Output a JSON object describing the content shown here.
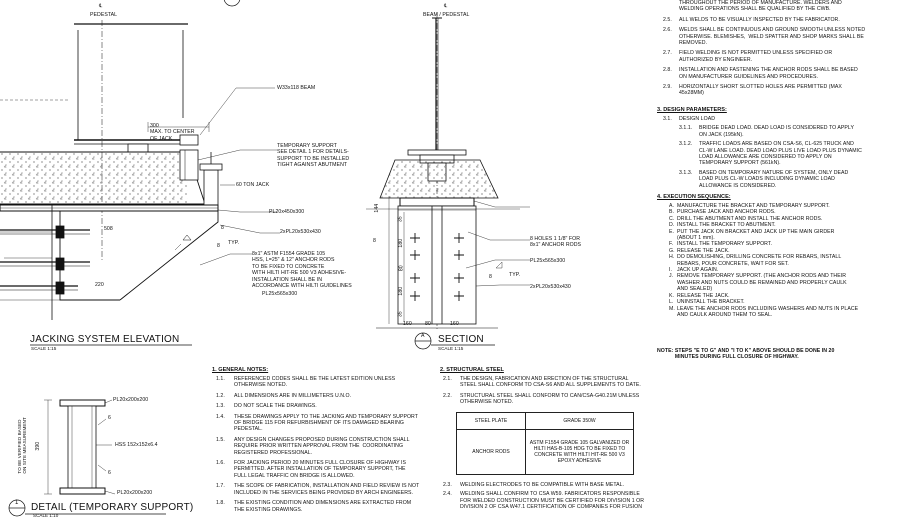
{
  "labels": {
    "pedestal": "PEDESTAL",
    "beam_pedestal": "BEAM / PEDESTAL",
    "cl_mark": "℄",
    "beam": "W33x118 BEAM",
    "max_center": "300\nMAX. TO CENTER\nOF JACK",
    "temp_support": "TEMPORARY SUPPORT\nSEE DETAIL 1 FOR DETAILS-\nSUPPORT TO BE INSTALLED\nTIGHT AGAINST ABUTMENT",
    "jack": "60 TON JACK",
    "pl_450_300": "PL20x450x300",
    "pl_530_430": "2xPL20x530x430",
    "typ": "TYP.",
    "anchor_note": "8x1\" ASTM F1554 GRADE 105\nHSS, L=25\" & 12\" ANCHOR RODS\nTO BE FIXED TO CONCRETE\nWITH HILTI HIT-RE 500 V3 ADHESIVE-\nINSTALLATION SHALL BE IN\nACCORDANCE WITH HILTI GUIDELINES",
    "pl_565_300": "PL25x565x300",
    "holes": "8 HOLES 1 1/8\" FOR\n8x1\" ANCHOR RODS",
    "pl_565_300_sec": "PL25x565x300",
    "pl_530_430_sec": "2xPL20x530x430",
    "dim_508": "508",
    "dim_220": "220",
    "dim_8a": "8",
    "dim_8b": "8",
    "dim_8c": "8",
    "dim_8d": "8",
    "dim_144": "144",
    "dim_35": "35",
    "dim_180a": "180",
    "dim_180b": "180",
    "dim_80": "80",
    "dim_160a": "160",
    "dim_160b": "160",
    "pl_200_200_top": "PL20x200x200",
    "pl_200_200_bot": "PL20x200x200",
    "hss": "HSS 152x152x6.4",
    "dim_6a": "6",
    "dim_6b": "6",
    "verify": "TO BE VERIFIED BASED\nON SITE MEASUREMENT",
    "dim_390": "390"
  },
  "titles": {
    "jacking": "JACKING SYSTEM ELEVATION",
    "jacking_scale": "SCALE 1:15",
    "section_letter": "A",
    "section": "SECTION",
    "section_scale": "SCALE 1:15",
    "detail_num": "1",
    "detail": "DETAIL (TEMPORARY SUPPORT)",
    "detail_scale": "SCALE 1:10"
  },
  "general_notes": {
    "heading": "1.   GENERAL NOTES:",
    "items": [
      {
        "n": "1.1.",
        "t": "REFERENCED CODES SHALL BE THE LATEST EDITION UNLESS\nOTHERWISE NOTED."
      },
      {
        "n": "1.2.",
        "t": "ALL DIMENSIONS ARE IN MILLIMETERS U.N.O."
      },
      {
        "n": "1.3.",
        "t": "DO NOT SCALE THE DRAWINGS."
      },
      {
        "n": "1.4.",
        "t": "THESE DRAWINGS APPLY TO THE JACKING AND TEMPORARY SUPPORT\nOF BRIDGE 115 FOR REFURBISHMENT OF ITS DAMAGED BEARING\nPEDESTAL."
      },
      {
        "n": "1.5.",
        "t": "ANY DESIGN CHANGES PROPOSED DURING CONSTRUCTION SHALL\nREQUIRE PRIOR WRITTEN APPROVAL FROM THE  COORDINATING\nREGISTERED PROFESSIONAL."
      },
      {
        "n": "1.6.",
        "t": "FOR JACKING PERIOD 20 MINUTES FULL CLOSURE OF HIGHWAY IS\nPERMITTED. AFTER INSTALLATION OF TEMPORARY SUPPORT, THE\nFULL LEGAL TRAFFIC ON BRIDGE IS ALLOWED."
      },
      {
        "n": "1.7.",
        "t": "THE SCOPE OF FABRICATION, INSTALLATION AND FIELD REVIEW IS NOT\nINCLUDED IN THE SERVICES BEING PROVIDED BY ARCH ENGINEERS."
      },
      {
        "n": "1.8.",
        "t": "THE EXISTING CONDITION AND DIMENSIONS ARE EXTRACTED FROM\nTHE EXISTING DRAWINGS."
      }
    ]
  },
  "structural_steel": {
    "heading": "2.   STRUCTURAL STEEL",
    "items_top": [
      {
        "n": "2.1.",
        "t": "THE DESIGN, FABRICATION AND ERECTION OF THE STRUCTURAL\nSTEEL SHALL CONFORM TO CSA-S6 AND ALL SUPPLEMENTS TO DATE."
      },
      {
        "n": "2.2.",
        "t": "STRUCTURAL STEEL SHALL CONFORM TO CAN/CSA-G40.21M UNLESS\nOTHERWISE NOTED."
      }
    ],
    "table": {
      "h1": "STEEL PLATE",
      "h2": "GRADE 350W",
      "r1": "ANCHOR RODS",
      "r2": "ASTM F1554 GRADE 105 GALVANIZED OR\nHILTI HAS-B-105 HDG TO BE FIXED TO\nCONCRETE WITH HILTI HIT-RE 500 V3\nEPOXY ADHESIVE"
    },
    "items_bottom": [
      {
        "n": "2.3.",
        "t": "WELDING ELECTRODES TO BE COMPATIBLE WITH BASE METAL."
      },
      {
        "n": "2.4.",
        "t": "WELDING SHALL CONFIRM TO CSA W59. FABRICATORS RESPONSIBLE\nFOR WELDED CONSTRUCTION MUST BE CERTIFIED FOR DIVISION 1 OR\nDIVISION 2 OF CSA W47.1 CERTIFICATION OF COMPANIES FOR FUSION"
      }
    ]
  },
  "right_top": {
    "cont": "THROUGHOUT THE PERIOD OF MANUFACTURE. WELDERS AND\nWELDING OPERATIONS SHALL BE QUALIFIED BY THE CWB.",
    "items": [
      {
        "n": "2.5.",
        "t": "ALL WELDS TO BE VISUALLY INSPECTED BY THE FABRICATOR."
      },
      {
        "n": "2.6.",
        "t": "WELDS SHALL BE CONTINUOUS AND GROUND SMOOTH UNLESS NOTED\nOTHERWISE. BLEMISHES,  WELD SPATTER AND SHOP MARKS SHALL BE\nREMOVED."
      },
      {
        "n": "2.7.",
        "t": "FIELD WELDING IS NOT PERMITTED UNLESS SPECIFIED OR\nAUTHORIZED BY ENGINEER."
      },
      {
        "n": "2.8.",
        "t": "INSTALLATION AND FASTENING THE ANCHOR RODS SHALL BE BASED\nON MANUFACTURER GUIDELINES AND PROCEDURES."
      },
      {
        "n": "2.9.",
        "t": "HORIZONTALLY SHORT SLOTTED HOLES ARE PERMITTED (MAX\n45x28MM)"
      }
    ]
  },
  "design": {
    "heading": "3.  DESIGN PARAMETERS:",
    "sub_n": "3.1.",
    "sub_t": "DESIGN LOAD",
    "items": [
      {
        "n": "3.1.1.",
        "t": "BRIDGE DEAD LOAD. DEAD LOAD IS CONSIDERED TO APPLY\nON JACK (195kN)."
      },
      {
        "n": "3.1.2.",
        "t": "TRAFFIC LOADS ARE BASED ON CSA-S6, CL-625 TRUCK AND\nCL-W LANE LOAD. DEAD LOAD PLUS LIVE LOAD PLUS DYNAMIC\nLOAD ALLOWANCE ARE CONSIDERED TO APPLY ON\nTEMPORARY SUPPORT (561kN)."
      },
      {
        "n": "3.1.3.",
        "t": "BASED ON TEMPORARY NATURE OF SYSTEM, ONLY DEAD\nLOAD PLUS CL-W LOADS INCLUDING DYNAMIC LOAD\nALLOWANCE IS CONSIDERED."
      }
    ]
  },
  "execution": {
    "heading": "4.  EXECUTION SEQUENCE:",
    "items": [
      {
        "n": "A.",
        "t": "MANUFACTURE THE BRACKET AND TEMPORARY SUPPORT."
      },
      {
        "n": "B.",
        "t": "PURCHASE JACK AND ANCHOR RODS."
      },
      {
        "n": "C.",
        "t": "DRILL THE ABUTMENT AND INSTALL THE ANCHOR RODS."
      },
      {
        "n": "D.",
        "t": "INSTALL THE BRACKET TO ABUTMENT."
      },
      {
        "n": "E.",
        "t": "PUT THE JACK ON BRACKET AND JACK UP THE MAIN GIRDER\n(ABOUT 1 mm)."
      },
      {
        "n": "F.",
        "t": "INSTALL THE TEMPORARY SUPPORT."
      },
      {
        "n": "G.",
        "t": "RELEASE THE JACK."
      },
      {
        "n": "H.",
        "t": "DO DEMOLISHING, DRILLING CONCRETE FOR REBARS, INSTALL\nREBARS, POUR CONCRETE, WAIT FOR SET."
      },
      {
        "n": "I.",
        "t": "JACK UP AGAIN."
      },
      {
        "n": "J.",
        "t": "REMOVE TEMPORARY SUPPORT. (THE ANCHOR RODS AND THEIR\nWASHER AND NUTS COULD BE REMAINED AND PROPERLY CAULK\nAND SEALED)"
      },
      {
        "n": "K.",
        "t": "RELEASE THE JACK."
      },
      {
        "n": "L.",
        "t": "UNINSTALL THE BRACKET."
      },
      {
        "n": "M.",
        "t": "LEAVE THE ANCHOR RODS INCLUDING WASHERS AND NUTS IN PLACE\nAND CAULK AROUND THEM TO SEAL."
      }
    ],
    "note": "NOTE: STEPS \"E TO G\" AND \"I TO K\" ABOVE SHOULD BE DONE IN 20\n            MINUTES DURING FULL CLOSURE OF HIGHWAY."
  }
}
